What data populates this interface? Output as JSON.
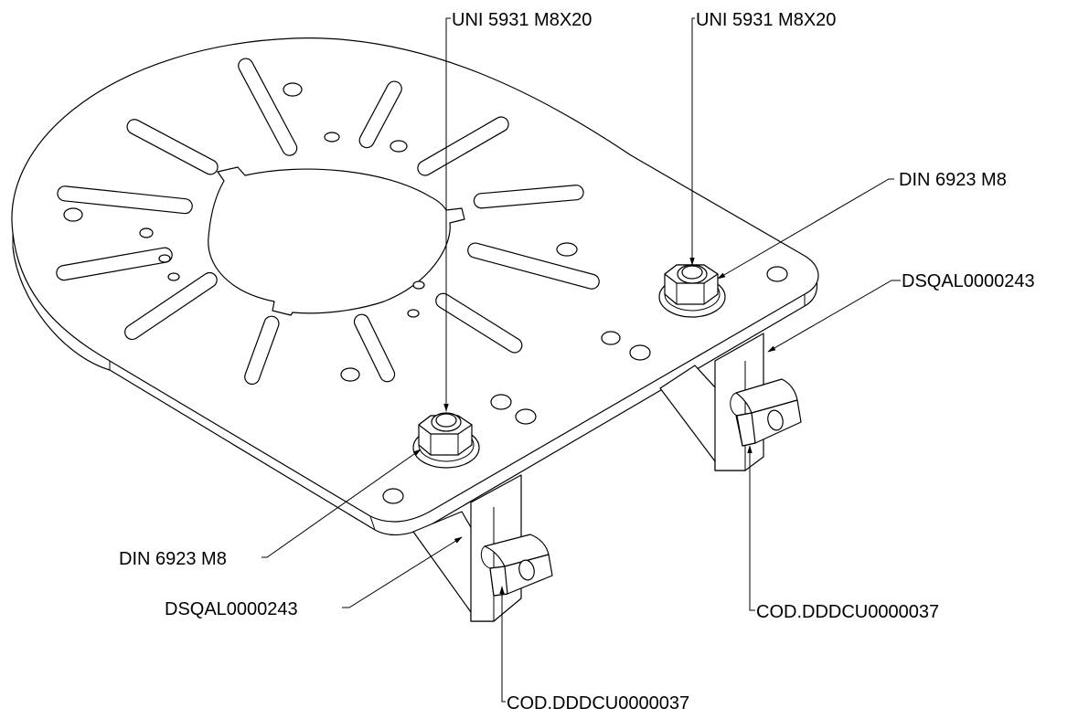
{
  "callouts": {
    "screw_left": "UNI 5931 M8X20",
    "screw_right": "UNI 5931 M8X20",
    "washer_right": "DIN 6923 M8",
    "washer_left": "DIN 6923 M8",
    "bracket_right": "DSQAL0000243",
    "bracket_left": "DSQAL0000243",
    "nut_right": "COD.DDDCU0000037",
    "nut_left": "COD.DDDCU0000037"
  }
}
